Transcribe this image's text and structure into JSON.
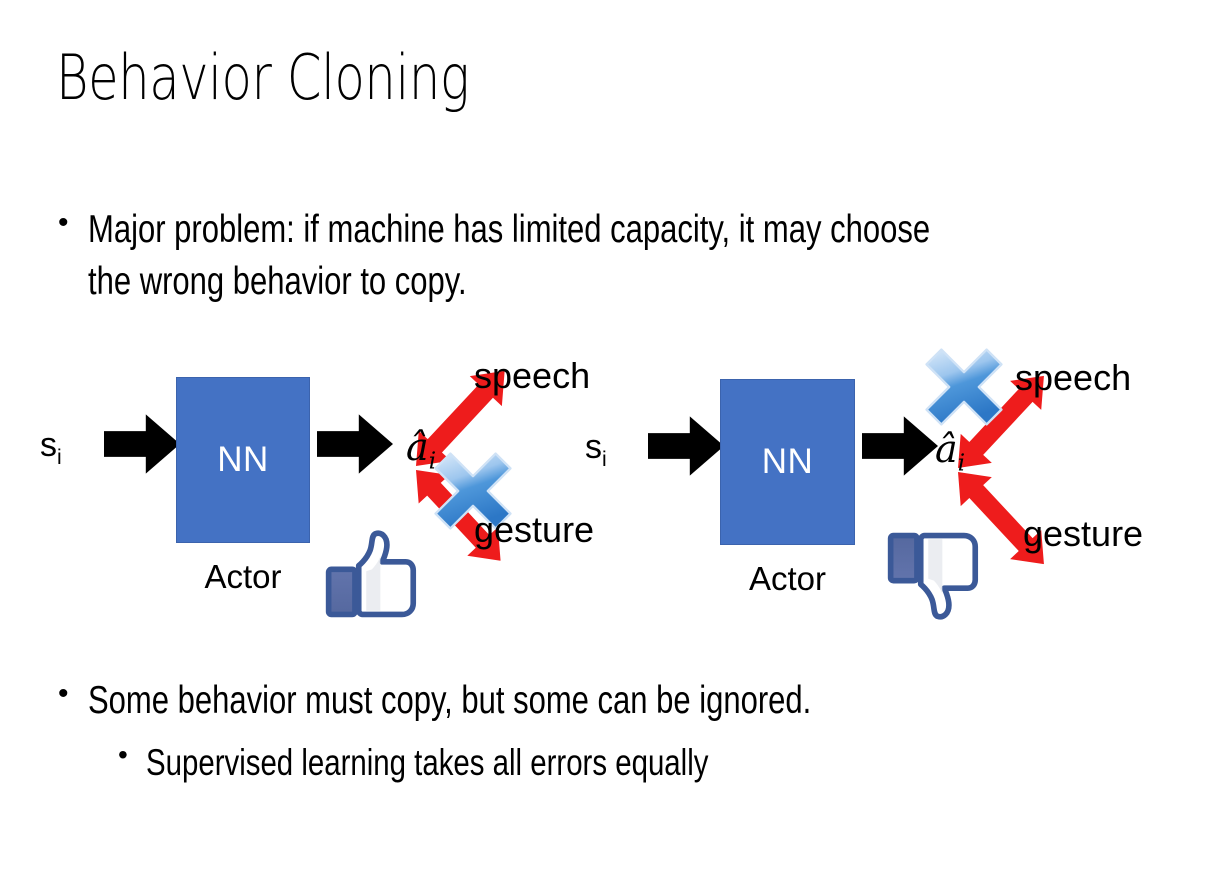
{
  "slide": {
    "title": "Behavior Cloning",
    "background_color": "#FFFFFF",
    "bullets": [
      {
        "marker": "•",
        "text": "Major problem: if machine has limited capacity, it may choose the wrong behavior to copy.",
        "level": 1
      },
      {
        "marker": "•",
        "text": "Some behavior must copy, but some can be ignored.",
        "level": 1
      },
      {
        "marker": "•",
        "text": "Supervised learning takes all errors equally",
        "level": 2
      }
    ]
  },
  "diagram": {
    "colors": {
      "nn_fill": "#4472C4",
      "nn_border": "#3B63AD",
      "nn_text": "#FFFFFF",
      "arrow_black": "#000000",
      "arrow_red": "#EE1C1C",
      "cross_blue_light": "#BBD4F0",
      "cross_blue_dark": "#2E7ACD",
      "thumb_outline": "#3B5998",
      "thumb_fill": "#FFFFFF",
      "thumb_cuff": "#5B6FA8"
    },
    "panels": [
      {
        "id": "left",
        "state_label": "s",
        "state_sub": "i",
        "box_label": "NN",
        "box_caption": "Actor",
        "action_label": "â",
        "action_sub": "i",
        "outputs": [
          {
            "name": "speech",
            "label": "speech",
            "crossed": false,
            "direction": "up-right"
          },
          {
            "name": "gesture",
            "label": "gesture",
            "crossed": true,
            "direction": "down-right"
          }
        ],
        "feedback_icon": "thumbs-up",
        "feedback_value": "positive"
      },
      {
        "id": "right",
        "state_label": "s",
        "state_sub": "i",
        "box_label": "NN",
        "box_caption": "Actor",
        "action_label": "â",
        "action_sub": "i",
        "outputs": [
          {
            "name": "speech",
            "label": "speech",
            "crossed": true,
            "direction": "up-right"
          },
          {
            "name": "gesture",
            "label": "gesture",
            "crossed": false,
            "direction": "down-right"
          }
        ],
        "feedback_icon": "thumbs-down",
        "feedback_value": "negative"
      }
    ]
  }
}
